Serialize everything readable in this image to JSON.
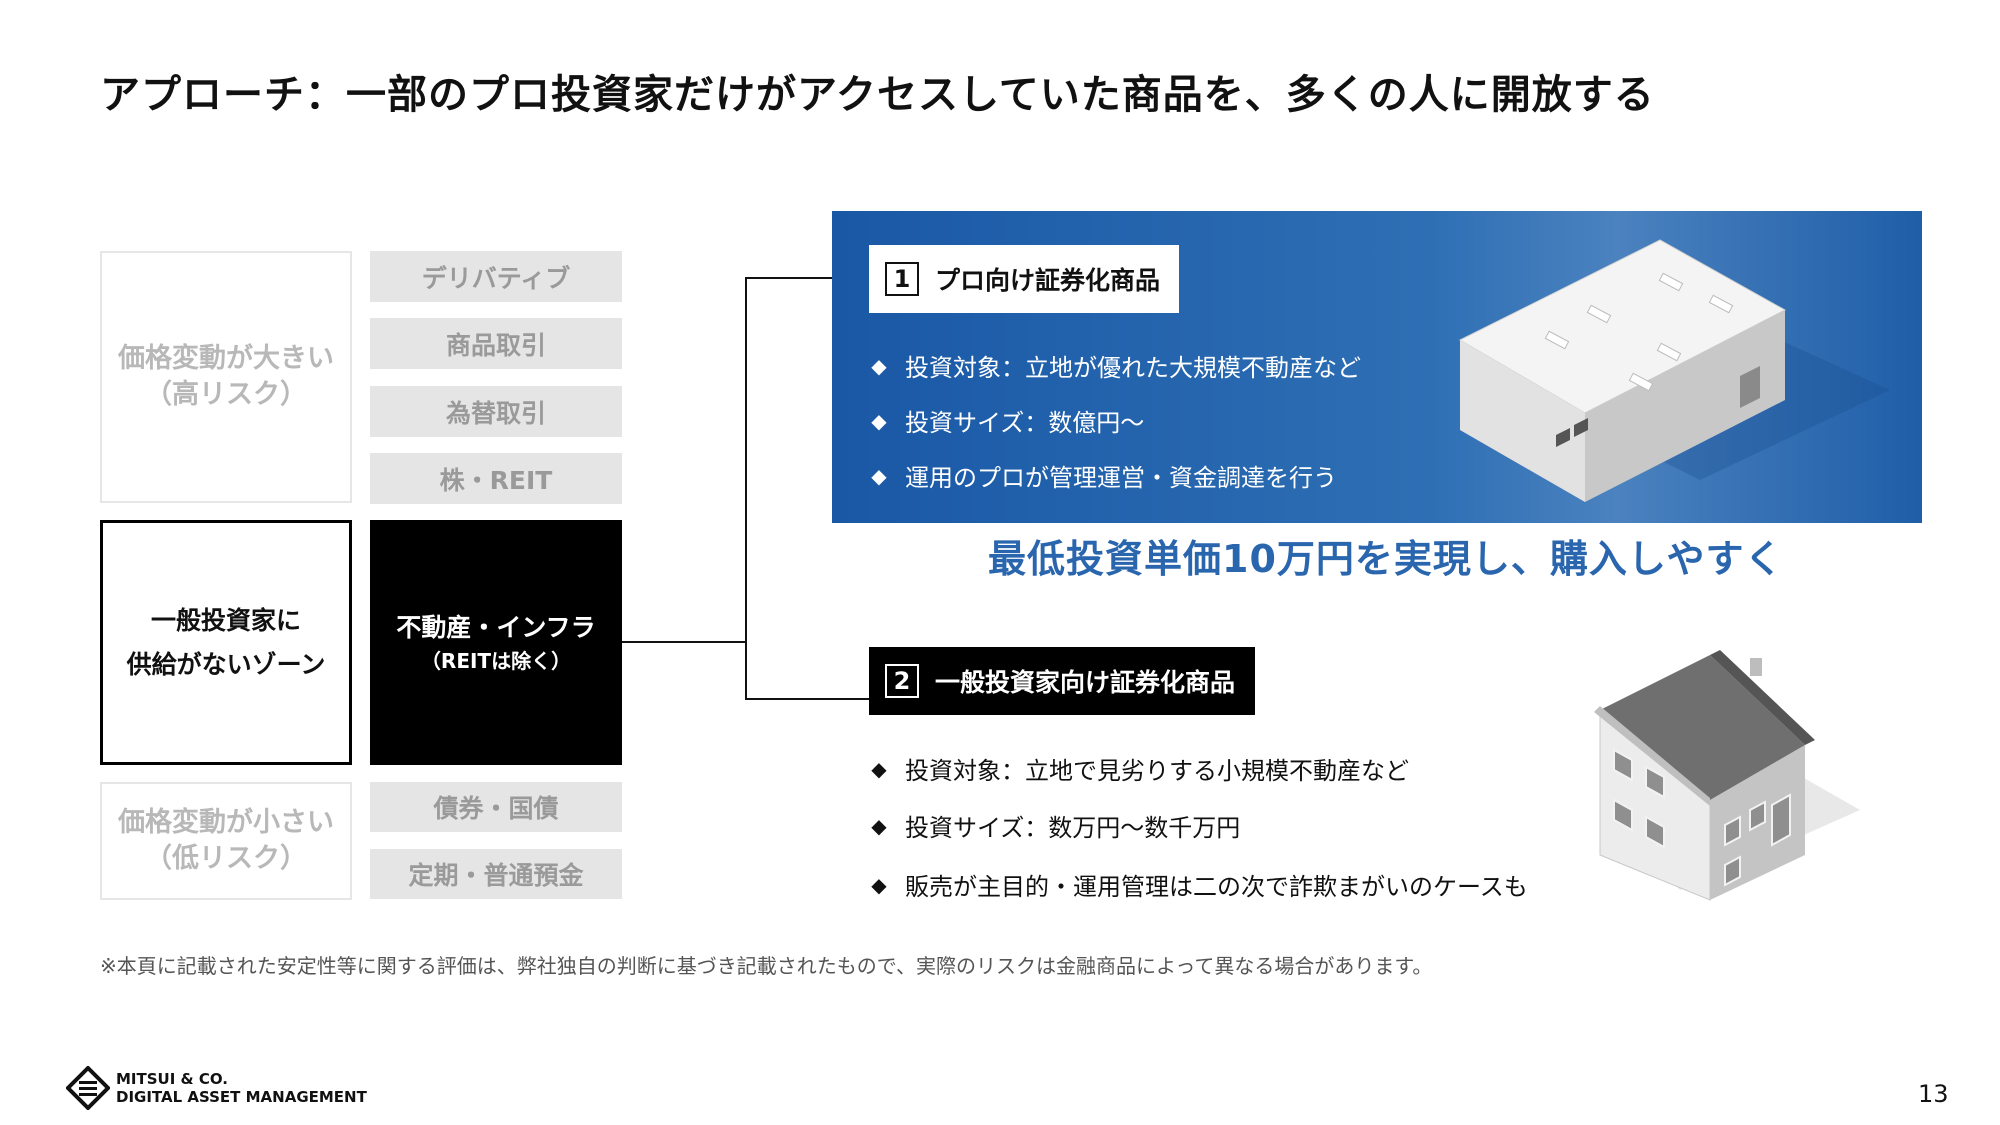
{
  "title": "アプローチ：一部のプロ投資家だけがアクセスしていた商品を、多くの人に開放する",
  "risk_zones": {
    "high": {
      "line1": "価格変動が大きい",
      "line2": "（高リスク）"
    },
    "gap": {
      "line1": "一般投資家に",
      "line2": "供給がないゾーン"
    },
    "low": {
      "line1": "価格変動が小さい",
      "line2": "（低リスク）"
    }
  },
  "products": {
    "high": [
      "デリバティブ",
      "商品取引",
      "為替取引",
      "株・REIT"
    ],
    "gap": {
      "main": "不動産・インフラ",
      "sub": "（REITは除く）"
    },
    "low": [
      "債券・国債",
      "定期・普通預金"
    ]
  },
  "pro": {
    "number": "1",
    "label": "プロ向け証券化商品",
    "bullets": [
      "投資対象：立地が優れた大規模不動産など",
      "投資サイズ：数億円〜",
      "運用のプロが管理運営・資金調達を行う"
    ]
  },
  "highlight": "最低投資単価10万円を実現し、購入しやすく",
  "general": {
    "number": "2",
    "label": "一般投資家向け証券化商品",
    "bullets": [
      "投資対象：立地で見劣りする小規模不動産など",
      "投資サイズ：数万円〜数千万円",
      "販売が主目的・運用管理は二の次で詐欺まがいのケースも"
    ]
  },
  "bullet_symbol": "◆",
  "note": "※本頁に記載された安定性等に関する評価は、弊社独自の判断に基づき記載されたもので、実際のリスクは金融商品によって異なる場合があります。",
  "logo": {
    "line1": "MITSUI & CO.",
    "line2": "DIGITAL ASSET MANAGEMENT"
  },
  "page_number": "13",
  "colors": {
    "accent_blue": "#2a66ae",
    "panel_blue": "#1a58a6"
  }
}
